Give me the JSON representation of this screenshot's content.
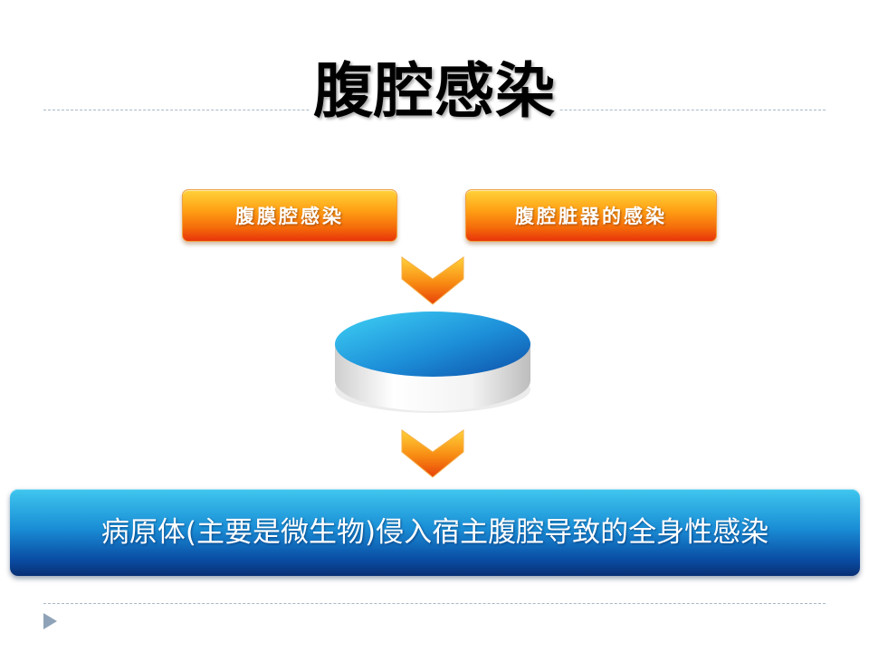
{
  "title": "腹腔感染",
  "categories": {
    "left": "腹膜腔感染",
    "right": "腹腔脏器的感染"
  },
  "definition": "病原体(主要是微生物)侵入宿主腹腔导致的全身性感染",
  "colors": {
    "orange_top": "#ffd23a",
    "orange_bottom": "#e8340a",
    "blue_top": "#3fc7ee",
    "blue_bottom": "#082f74",
    "disk_top": "#3bc8f0",
    "disk_edge": "#e6e6e6",
    "nav_arrow": "#8fa3b8"
  },
  "icons": {
    "chevron": "chevron-down-icon",
    "disk": "cylinder-disk-icon",
    "nav": "triangle-right-icon"
  }
}
